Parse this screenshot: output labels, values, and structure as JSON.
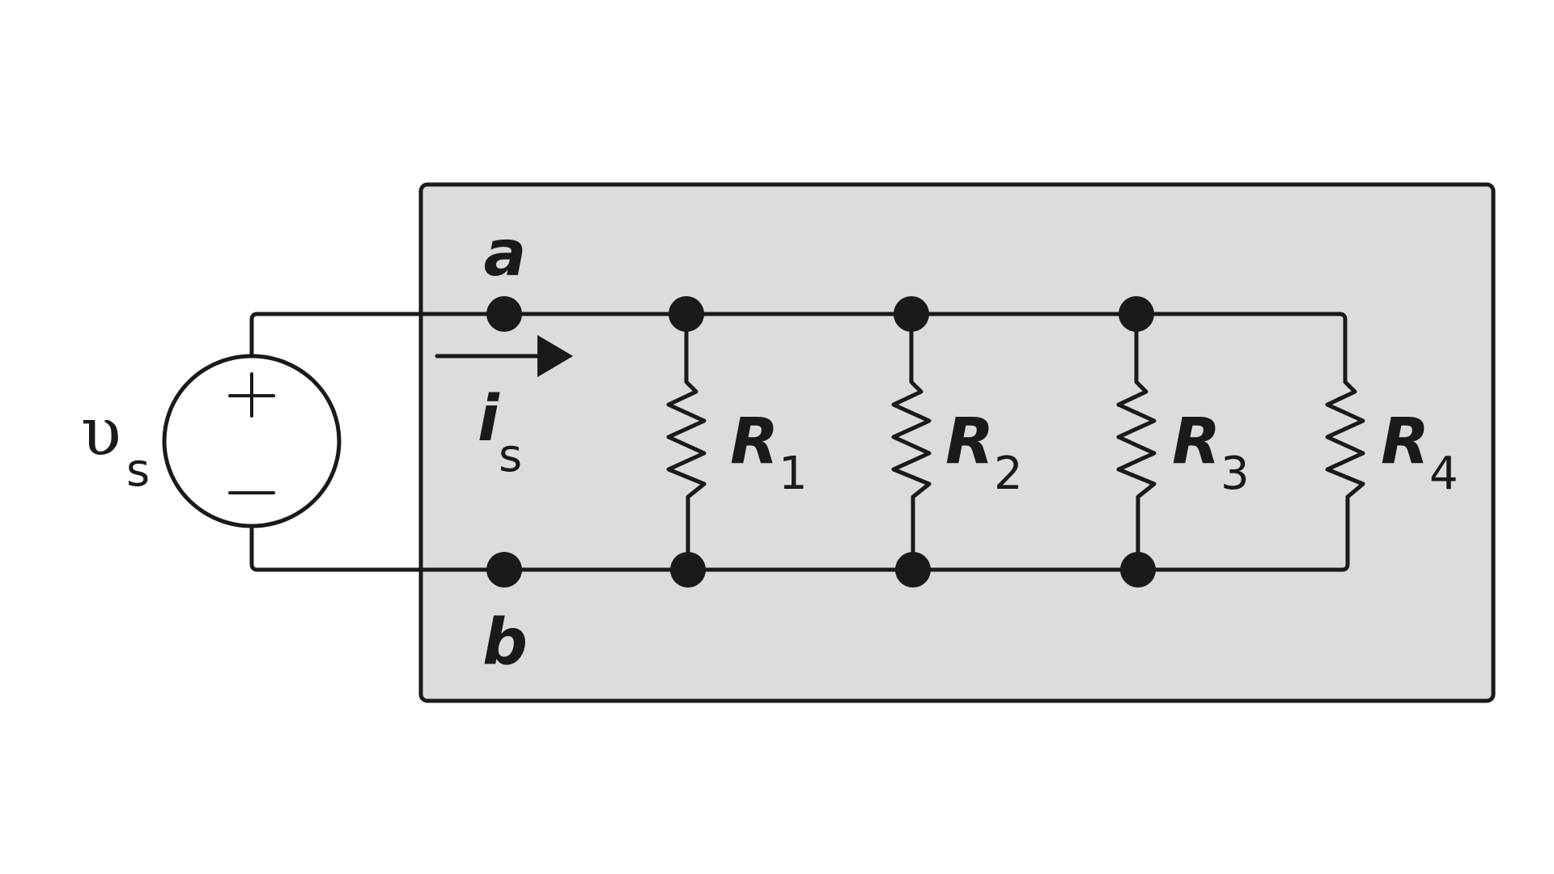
{
  "nodes": {
    "a": "a",
    "b": "b"
  },
  "source": {
    "symbol": "υ",
    "subscript": "s"
  },
  "current": {
    "symbol": "i",
    "subscript": "s"
  },
  "resistors": [
    {
      "symbol": "R",
      "subscript": "1"
    },
    {
      "symbol": "R",
      "subscript": "2"
    },
    {
      "symbol": "R",
      "subscript": "3"
    },
    {
      "symbol": "R",
      "subscript": "4"
    }
  ],
  "colors": {
    "line": "#1a1a1a",
    "box_fill": "#dcdcdc",
    "background": "#ffffff"
  }
}
